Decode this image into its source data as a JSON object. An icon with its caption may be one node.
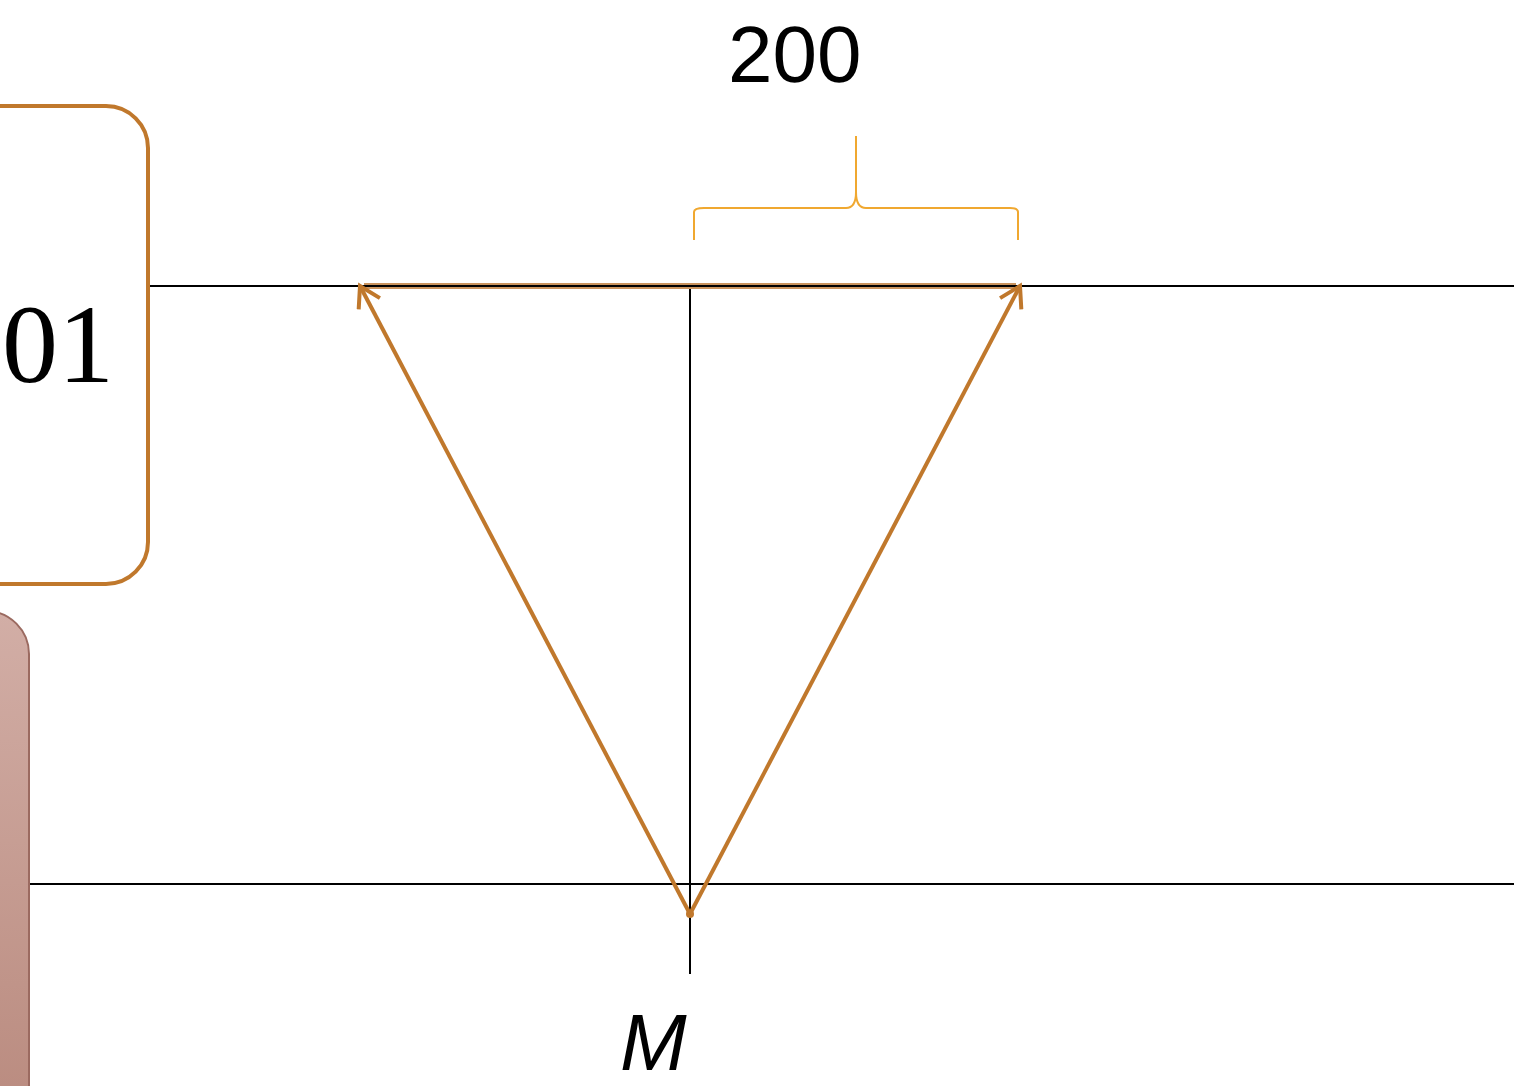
{
  "diagram": {
    "nodes": [
      {
        "text": [
          "01"
        ]
      },
      {
        "text": [],
        "shape": "box"
      },
      {
        "text": [],
        "shape": "point"
      }
    ],
    "edges": [
      {
        "from": 0,
        "to": null,
        "arrow": "none"
      },
      {
        "from": 1,
        "to": null,
        "arrow": "none"
      },
      {
        "from": 2,
        "to": null,
        "arrow": "to",
        "color": "#c0782c"
      },
      {
        "from": 2,
        "to": null,
        "arrow": "to",
        "color": "#c0782c"
      }
    ],
    "labels": [
      "200",
      "M"
    ]
  }
}
